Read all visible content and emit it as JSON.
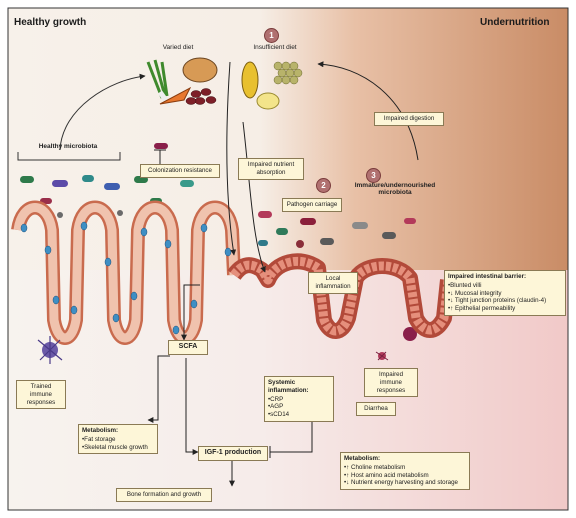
{
  "titles": {
    "left": "Healthy growth",
    "right": "Undernutrition"
  },
  "diets": {
    "varied": "Varied diet",
    "insufficient": "Insufficient diet"
  },
  "step_numbers": [
    "1",
    "2",
    "3"
  ],
  "labels": {
    "healthy_microbiota": "Healthy microbiota",
    "colonization_resistance": "Colonization resistance",
    "impaired_digestion": "Impaired digestion",
    "impaired_absorption": "Impaired nutrient absorption",
    "pathogen_carriage": "Pathogen carriage",
    "immature_microbiota": "Immature/undernourished microbiota",
    "local_inflammation": "Local inflammation",
    "scfa": "SCFA",
    "trained_immune": "Trained immune responses",
    "impaired_immune": "Impaired immune responses",
    "diarrhea": "Diarrhea",
    "igf1": "IGF-1 production",
    "bone": "Bone formation and growth"
  },
  "barrier": {
    "title": "Impaired intestinal barrier:",
    "items": [
      "Blunted villi",
      "↓ Mucosal integrity",
      "↓ Tight junction proteins (claudin-4)",
      "↑ Epithelial permeability"
    ]
  },
  "systemic": {
    "title": "Systemic inflammation:",
    "items": [
      "CRP",
      "AGP",
      "sCD14"
    ]
  },
  "metabolism_left": {
    "title": "Metabolism:",
    "items": [
      "Fat storage",
      "Skeletal muscle growth"
    ]
  },
  "metabolism_right": {
    "title": "Metabolism:",
    "items": [
      "↑ Choline metabolism",
      "↑ Host amino acid metabolism",
      "↓ Nutrient energy harvesting and storage"
    ]
  },
  "colors": {
    "healthy_bg": "#f3ebe3",
    "under_bg": "#d9a385",
    "under_bg_light": "#f3d7d3",
    "tissue": "#e9b9a0",
    "tissue_dark": "#b24a3a",
    "box_fill": "#fdf6d8",
    "blue_cells": "#3e8fc4"
  }
}
